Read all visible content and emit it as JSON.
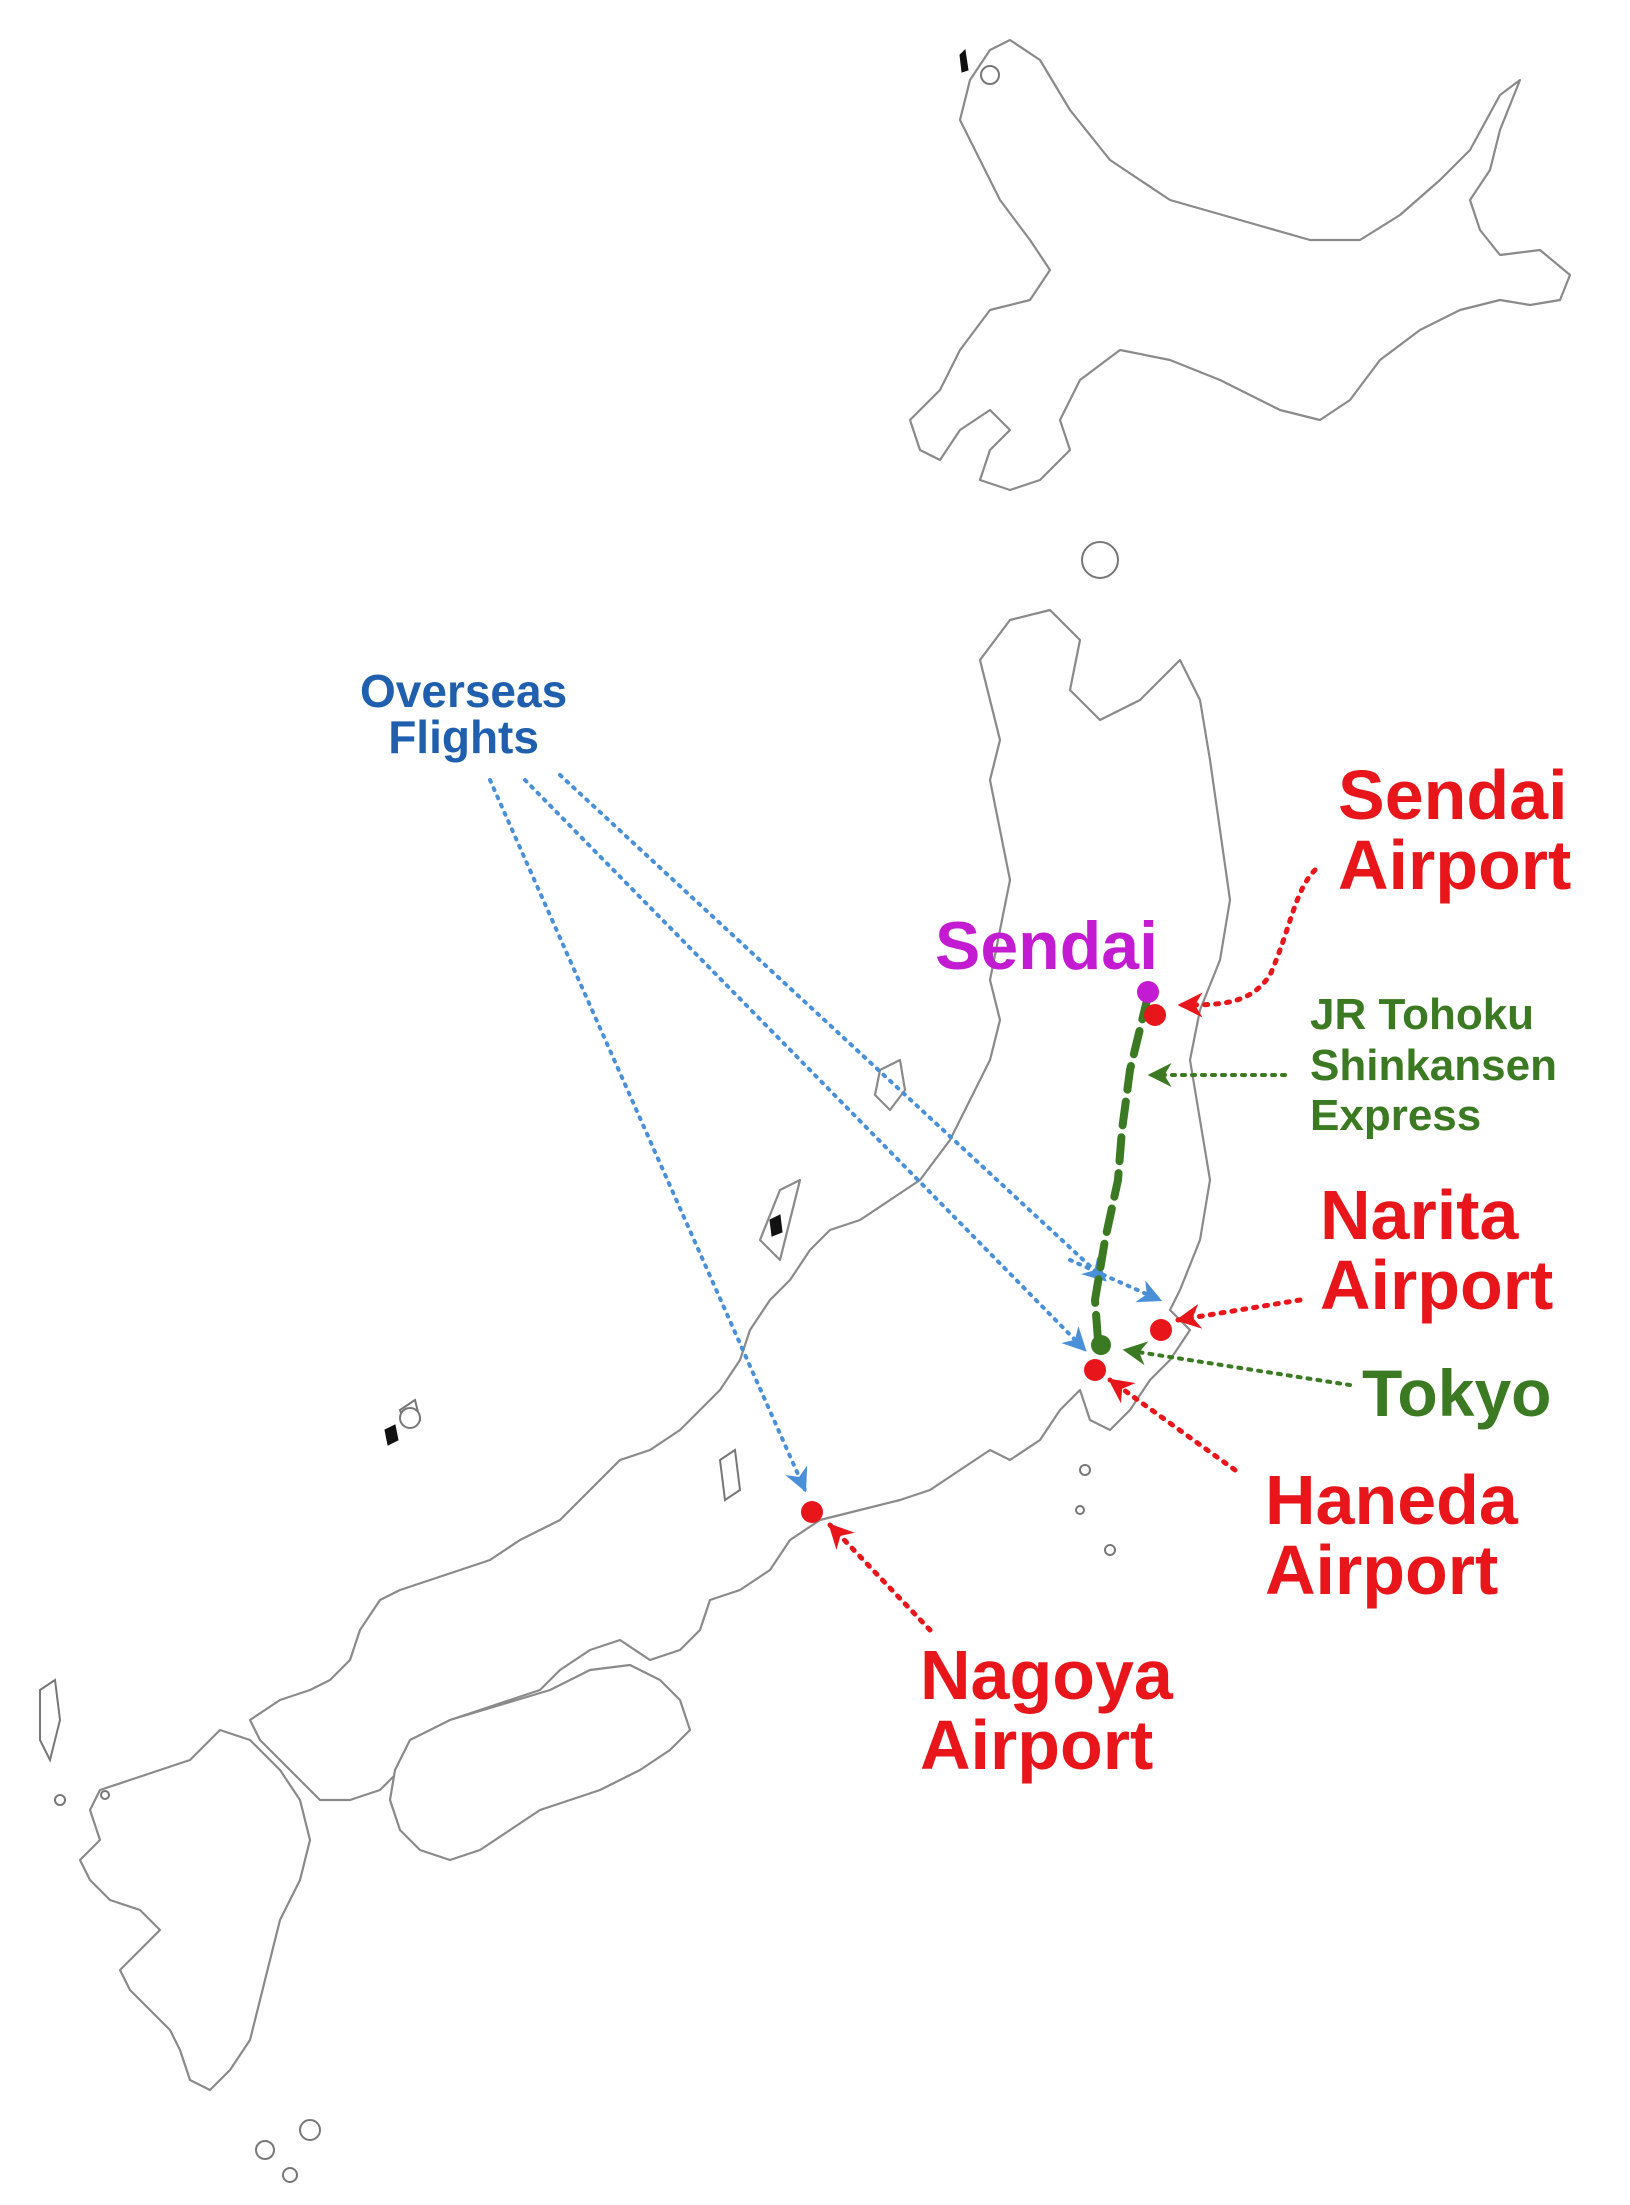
{
  "labels": {
    "overseas": [
      "Overseas",
      "Flights"
    ],
    "sendai_airport": [
      "Sendai",
      "Airport"
    ],
    "sendai": "Sendai",
    "shinkansen": [
      "JR Tohoku",
      "Shinkansen",
      "Express"
    ],
    "narita_airport": [
      "Narita",
      "Airport"
    ],
    "tokyo": "Tokyo",
    "haneda_airport": [
      "Haneda",
      "Airport"
    ],
    "nagoya_airport": [
      "Nagoya",
      "Airport"
    ]
  },
  "colors": {
    "airport": "#e8151b",
    "overseas": "#1f5fae",
    "overseas_arrow": "#4a90d9",
    "shinkansen": "#3b7a22",
    "sendai": "#c21bd1",
    "coastline": "#8a8a8a"
  }
}
